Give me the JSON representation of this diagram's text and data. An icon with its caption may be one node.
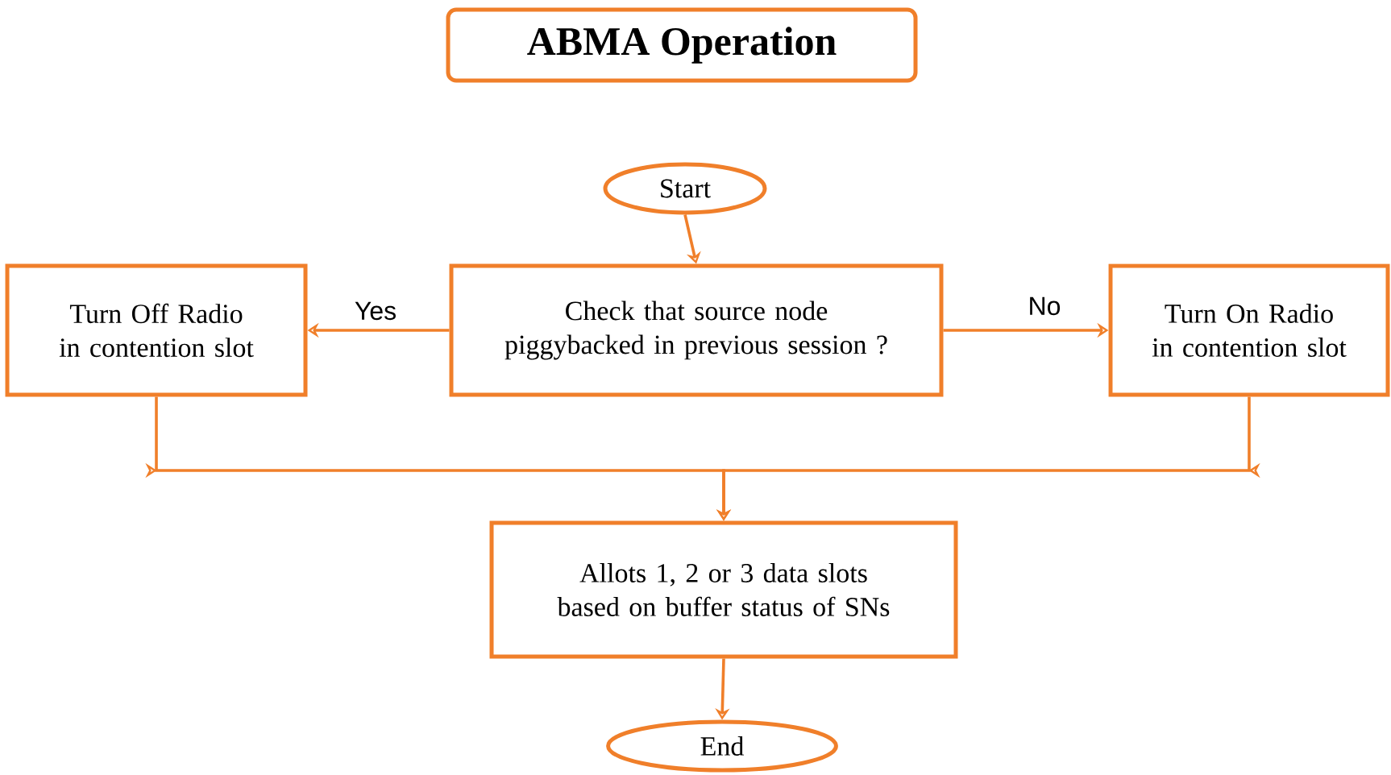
{
  "diagram": {
    "title": "ABMA Operation",
    "nodes": [
      {
        "text": [
          "Start"
        ]
      },
      {
        "text": [
          "Check that source node piggybacked in previous session ?"
        ]
      },
      {
        "text": [
          "Turn Off Radio in contention slot"
        ]
      },
      {
        "text": [
          "Turn On Radio in contention slot"
        ]
      },
      {
        "text": [
          "Allots 1, 2 or 3 data slots based on buffer status of SNs"
        ]
      },
      {
        "text": [
          "End"
        ]
      }
    ],
    "edges": [
      {
        "from": 0,
        "to": 1,
        "arrow": "to"
      },
      {
        "from": 1,
        "to": 2,
        "arrow": "to",
        "label": "Yes"
      },
      {
        "from": 1,
        "to": 3,
        "arrow": "to",
        "label": "No"
      },
      {
        "from": 2,
        "to": 4,
        "arrow": "to"
      },
      {
        "from": 3,
        "to": 4,
        "arrow": "to"
      },
      {
        "from": 4,
        "to": 5,
        "arrow": "to"
      }
    ]
  }
}
